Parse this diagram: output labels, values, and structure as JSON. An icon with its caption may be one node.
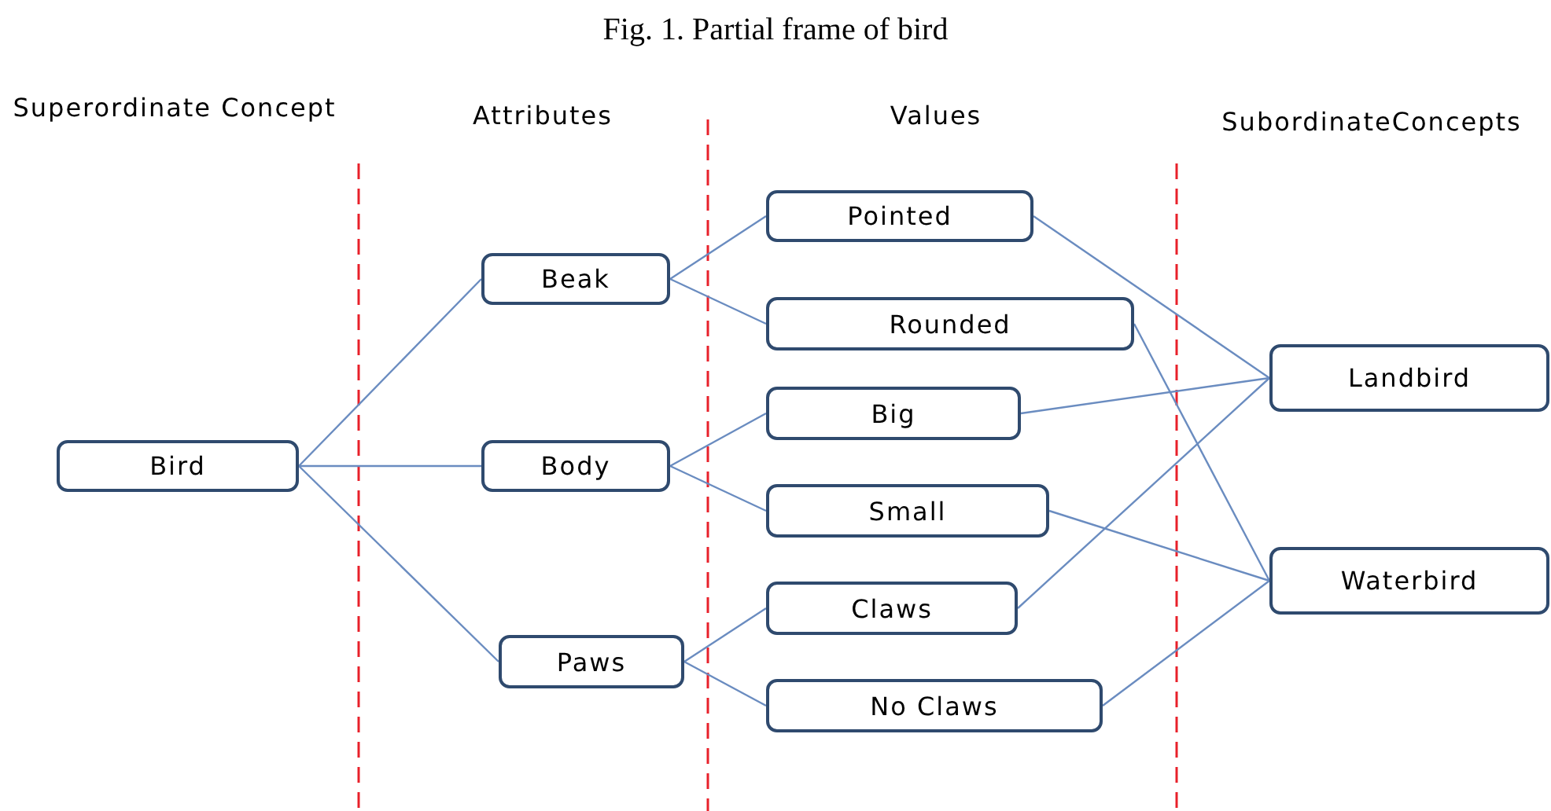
{
  "diagram": {
    "title": "Fig. 1. Partial frame of bird",
    "nodes": [
      {
        "text": [
          "Bird"
        ]
      },
      {
        "text": [
          "Beak"
        ]
      },
      {
        "text": [
          "Body"
        ]
      },
      {
        "text": [
          "Paws"
        ]
      },
      {
        "text": [
          "Pointed"
        ]
      },
      {
        "text": [
          "Rounded"
        ]
      },
      {
        "text": [
          "Big"
        ]
      },
      {
        "text": [
          "Small"
        ]
      },
      {
        "text": [
          "Claws"
        ]
      },
      {
        "text": [
          "No Claws"
        ]
      },
      {
        "text": [
          "Landbird"
        ]
      },
      {
        "text": [
          "Waterbird"
        ]
      }
    ],
    "edges": [
      {
        "from": 0,
        "to": 1,
        "arrow": "none"
      },
      {
        "from": 0,
        "to": 2,
        "arrow": "none"
      },
      {
        "from": 0,
        "to": 3,
        "arrow": "none"
      },
      {
        "from": 1,
        "to": 4,
        "arrow": "none"
      },
      {
        "from": 1,
        "to": 5,
        "arrow": "none"
      },
      {
        "from": 2,
        "to": 6,
        "arrow": "none"
      },
      {
        "from": 2,
        "to": 7,
        "arrow": "none"
      },
      {
        "from": 3,
        "to": 8,
        "arrow": "none"
      },
      {
        "from": 3,
        "to": 9,
        "arrow": "none"
      },
      {
        "from": 4,
        "to": 10,
        "arrow": "none"
      },
      {
        "from": 5,
        "to": 11,
        "arrow": "none"
      },
      {
        "from": 6,
        "to": 10,
        "arrow": "none"
      },
      {
        "from": 7,
        "to": 11,
        "arrow": "none"
      },
      {
        "from": 8,
        "to": 10,
        "arrow": "none"
      },
      {
        "from": 9,
        "to": 11,
        "arrow": "none"
      }
    ],
    "labels": [
      "Superordinate Concept",
      "Attributes",
      "Values",
      "SubordinateConcepts"
    ]
  }
}
